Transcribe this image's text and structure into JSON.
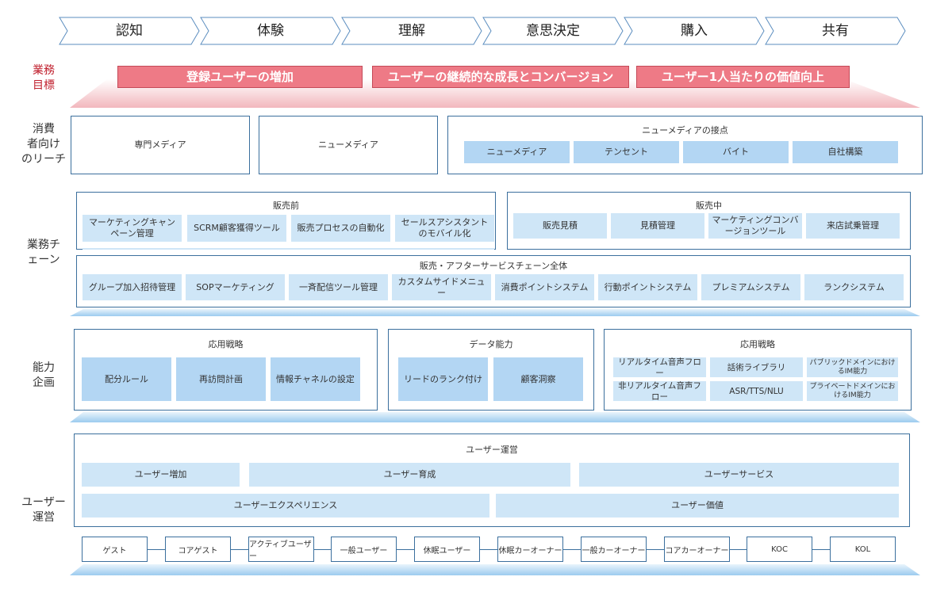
{
  "stages": [
    "認知",
    "体験",
    "理解",
    "意思決定",
    "購入",
    "共有"
  ],
  "rows": {
    "goals": "業務\n目標",
    "reach": "消費\n者向け\nのリーチ",
    "chain": "業務チ\nェーン",
    "capability": "能力\n企画",
    "ops": "ユーザー\n運営"
  },
  "goals": [
    "登録ユーザーの増加",
    "ユーザーの継続的な成長とコンバージョン",
    "ユーザー1人当たりの価値向上"
  ],
  "reach": {
    "specialized": "専門メディア",
    "newmedia": "ニューメディア",
    "touchpoints_title": "ニューメディアの接点",
    "touchpoints": [
      "ニューメディア",
      "テンセント",
      "バイト",
      "自社構築"
    ]
  },
  "presale": {
    "title": "販売前",
    "items": [
      "マーケティングキャンペーン管理",
      "SCRM顧客獲得ツール",
      "販売プロセスの自動化",
      "セールスアシスタントのモバイル化"
    ]
  },
  "insale": {
    "title": "販売中",
    "items": [
      "販売見積",
      "見積管理",
      "マーケティングコンバージョンツール",
      "来店試乗管理"
    ]
  },
  "afterchain": {
    "title": "販売・アフターサービスチェーン全体",
    "items": [
      "グループ加入招待管理",
      "SOPマーケティング",
      "一斉配信ツール管理",
      "カスタムサイドメニュー",
      "消費ポイントシステム",
      "行動ポイントシステム",
      "プレミアムシステム",
      "ランクシステム"
    ]
  },
  "cap1": {
    "title": "応用戦略",
    "items": [
      "配分ルール",
      "再訪問計画",
      "情報チャネルの設定"
    ]
  },
  "cap2": {
    "title": "データ能力",
    "items": [
      "リードのランク付け",
      "顧客洞察"
    ]
  },
  "cap3": {
    "title": "応用戦略",
    "items": [
      "リアルタイム音声フロー",
      "話術ライブラリ",
      "パブリックドメインにおけるIM能力",
      "非リアルタイム音声フロー",
      "ASR/TTS/NLU",
      "プライベートドメインにおけるIM能力"
    ]
  },
  "userops": {
    "title": "ユーザー運営",
    "row1": [
      "ユーザー増加",
      "ユーザー育成",
      "ユーザーサービス"
    ],
    "row2": [
      "ユーザーエクスペリエンス",
      "ユーザー価値"
    ]
  },
  "journey": [
    "ゲスト",
    "コアゲスト",
    "アクティブユーザー",
    "一般ユーザー",
    "休眠ユーザー",
    "休眠カーオーナー",
    "一般カーオーナー",
    "コアカーオーナー",
    "KOC",
    "KOL"
  ],
  "colors": {
    "goal": "#ee7a86",
    "cell": "#cfe6f7",
    "border": "#3b6f9d",
    "label_red": "#c0202e"
  }
}
